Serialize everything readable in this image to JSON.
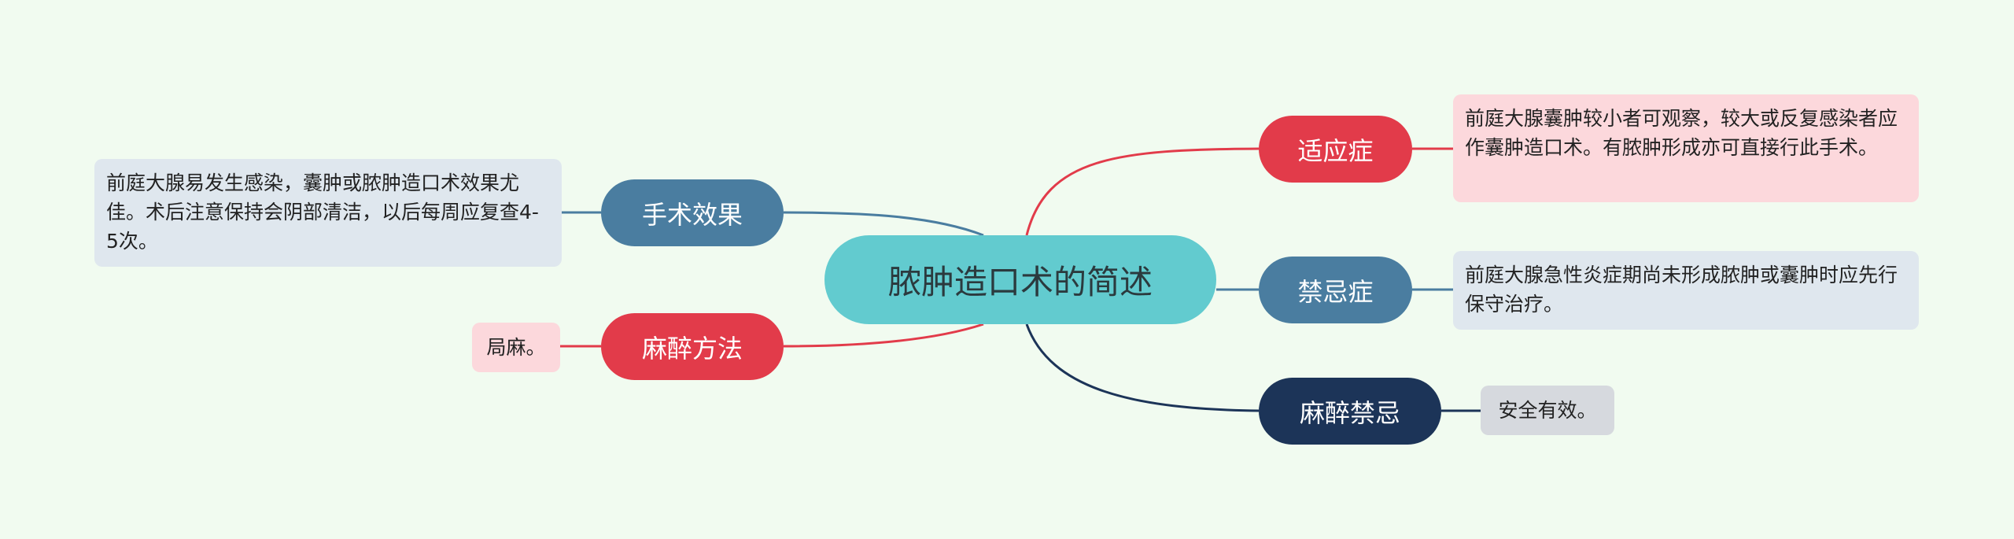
{
  "root": {
    "label": "脓肿造口术的简述"
  },
  "branches": {
    "surgical_effect": {
      "label": "手术效果",
      "note": "前庭大腺易发生感染，囊肿或脓肿造口术效果尤佳。术后注意保持会阴部清洁，以后每周应复查4-5次。",
      "color": "#4a7da0"
    },
    "anesthesia_method": {
      "label": "麻醉方法",
      "note": "局麻。",
      "color": "#e23b4a"
    },
    "indications": {
      "label": "适应症",
      "note": "前庭大腺囊肿较小者可观察，较大或反复感染者应作囊肿造口术。有脓肿形成亦可直接行此手术。",
      "color": "#e23b4a"
    },
    "contraindications": {
      "label": "禁忌症",
      "note": "前庭大腺急性炎症期尚未形成脓肿或囊肿时应先行保守治疗。",
      "color": "#4a7da0"
    },
    "anesthesia_contraindications": {
      "label": "麻醉禁忌",
      "note": "安全有效。",
      "color": "#1c3458"
    }
  }
}
